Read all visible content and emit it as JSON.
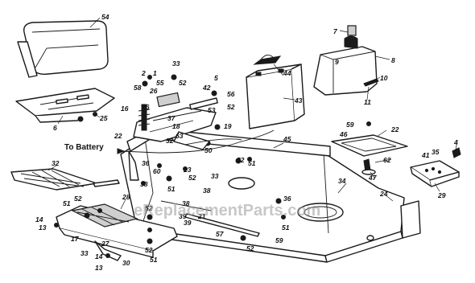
{
  "callout": "To Battery",
  "watermark": "eReplacementParts.com",
  "labels": {
    "seat": "54",
    "seat_plate": "6",
    "seat_bolt": "25",
    "tank_cap": "7",
    "tank": "8",
    "tank_label": "9",
    "fitting": "10",
    "clamp": "11",
    "battery": "43",
    "battery_cap": "44",
    "hood_bracket": "45",
    "step_plate": "32",
    "frame_left": "28",
    "footrest": "33",
    "frame_main": "34",
    "frame_rear": "24",
    "axle": "21",
    "rod": "38",
    "rod2": "39",
    "pan": "22",
    "pan_bolt": "46",
    "pan_screw": "59",
    "pan_spring": "47",
    "pan_nut": "62",
    "rear_plate": "29",
    "rear_screw": "4",
    "rear_nut1": "41",
    "rear_nut2": "35",
    "n58": "58",
    "n2": "2",
    "n1": "1",
    "n33a": "33",
    "n55": "55",
    "n26": "26",
    "n52a": "52",
    "n42": "42",
    "n5": "5",
    "n56": "56",
    "n53": "53",
    "n16": "16",
    "n36": "36",
    "n37": "37",
    "n18": "18",
    "n63": "63",
    "n22a": "22",
    "n52b": "52",
    "n19": "19",
    "n50": "50",
    "n52c": "52",
    "n51a": "51",
    "n33b": "33",
    "n32": "32",
    "n52d": "52",
    "n38a": "38",
    "n60": "60",
    "n51b": "51",
    "n23": "23",
    "n52e": "52",
    "n36b": "36",
    "n51c": "51",
    "n52f": "52",
    "n14a": "14",
    "n13a": "13",
    "n17": "17",
    "n27": "27",
    "n30": "30",
    "n14b": "14",
    "n13b": "13",
    "n33c": "33",
    "n52g": "52",
    "n51d": "51",
    "n57": "57",
    "n52h": "52",
    "n51e": "51",
    "n36c": "36",
    "n59b": "59",
    "n38b": "38",
    "n39": "39"
  }
}
